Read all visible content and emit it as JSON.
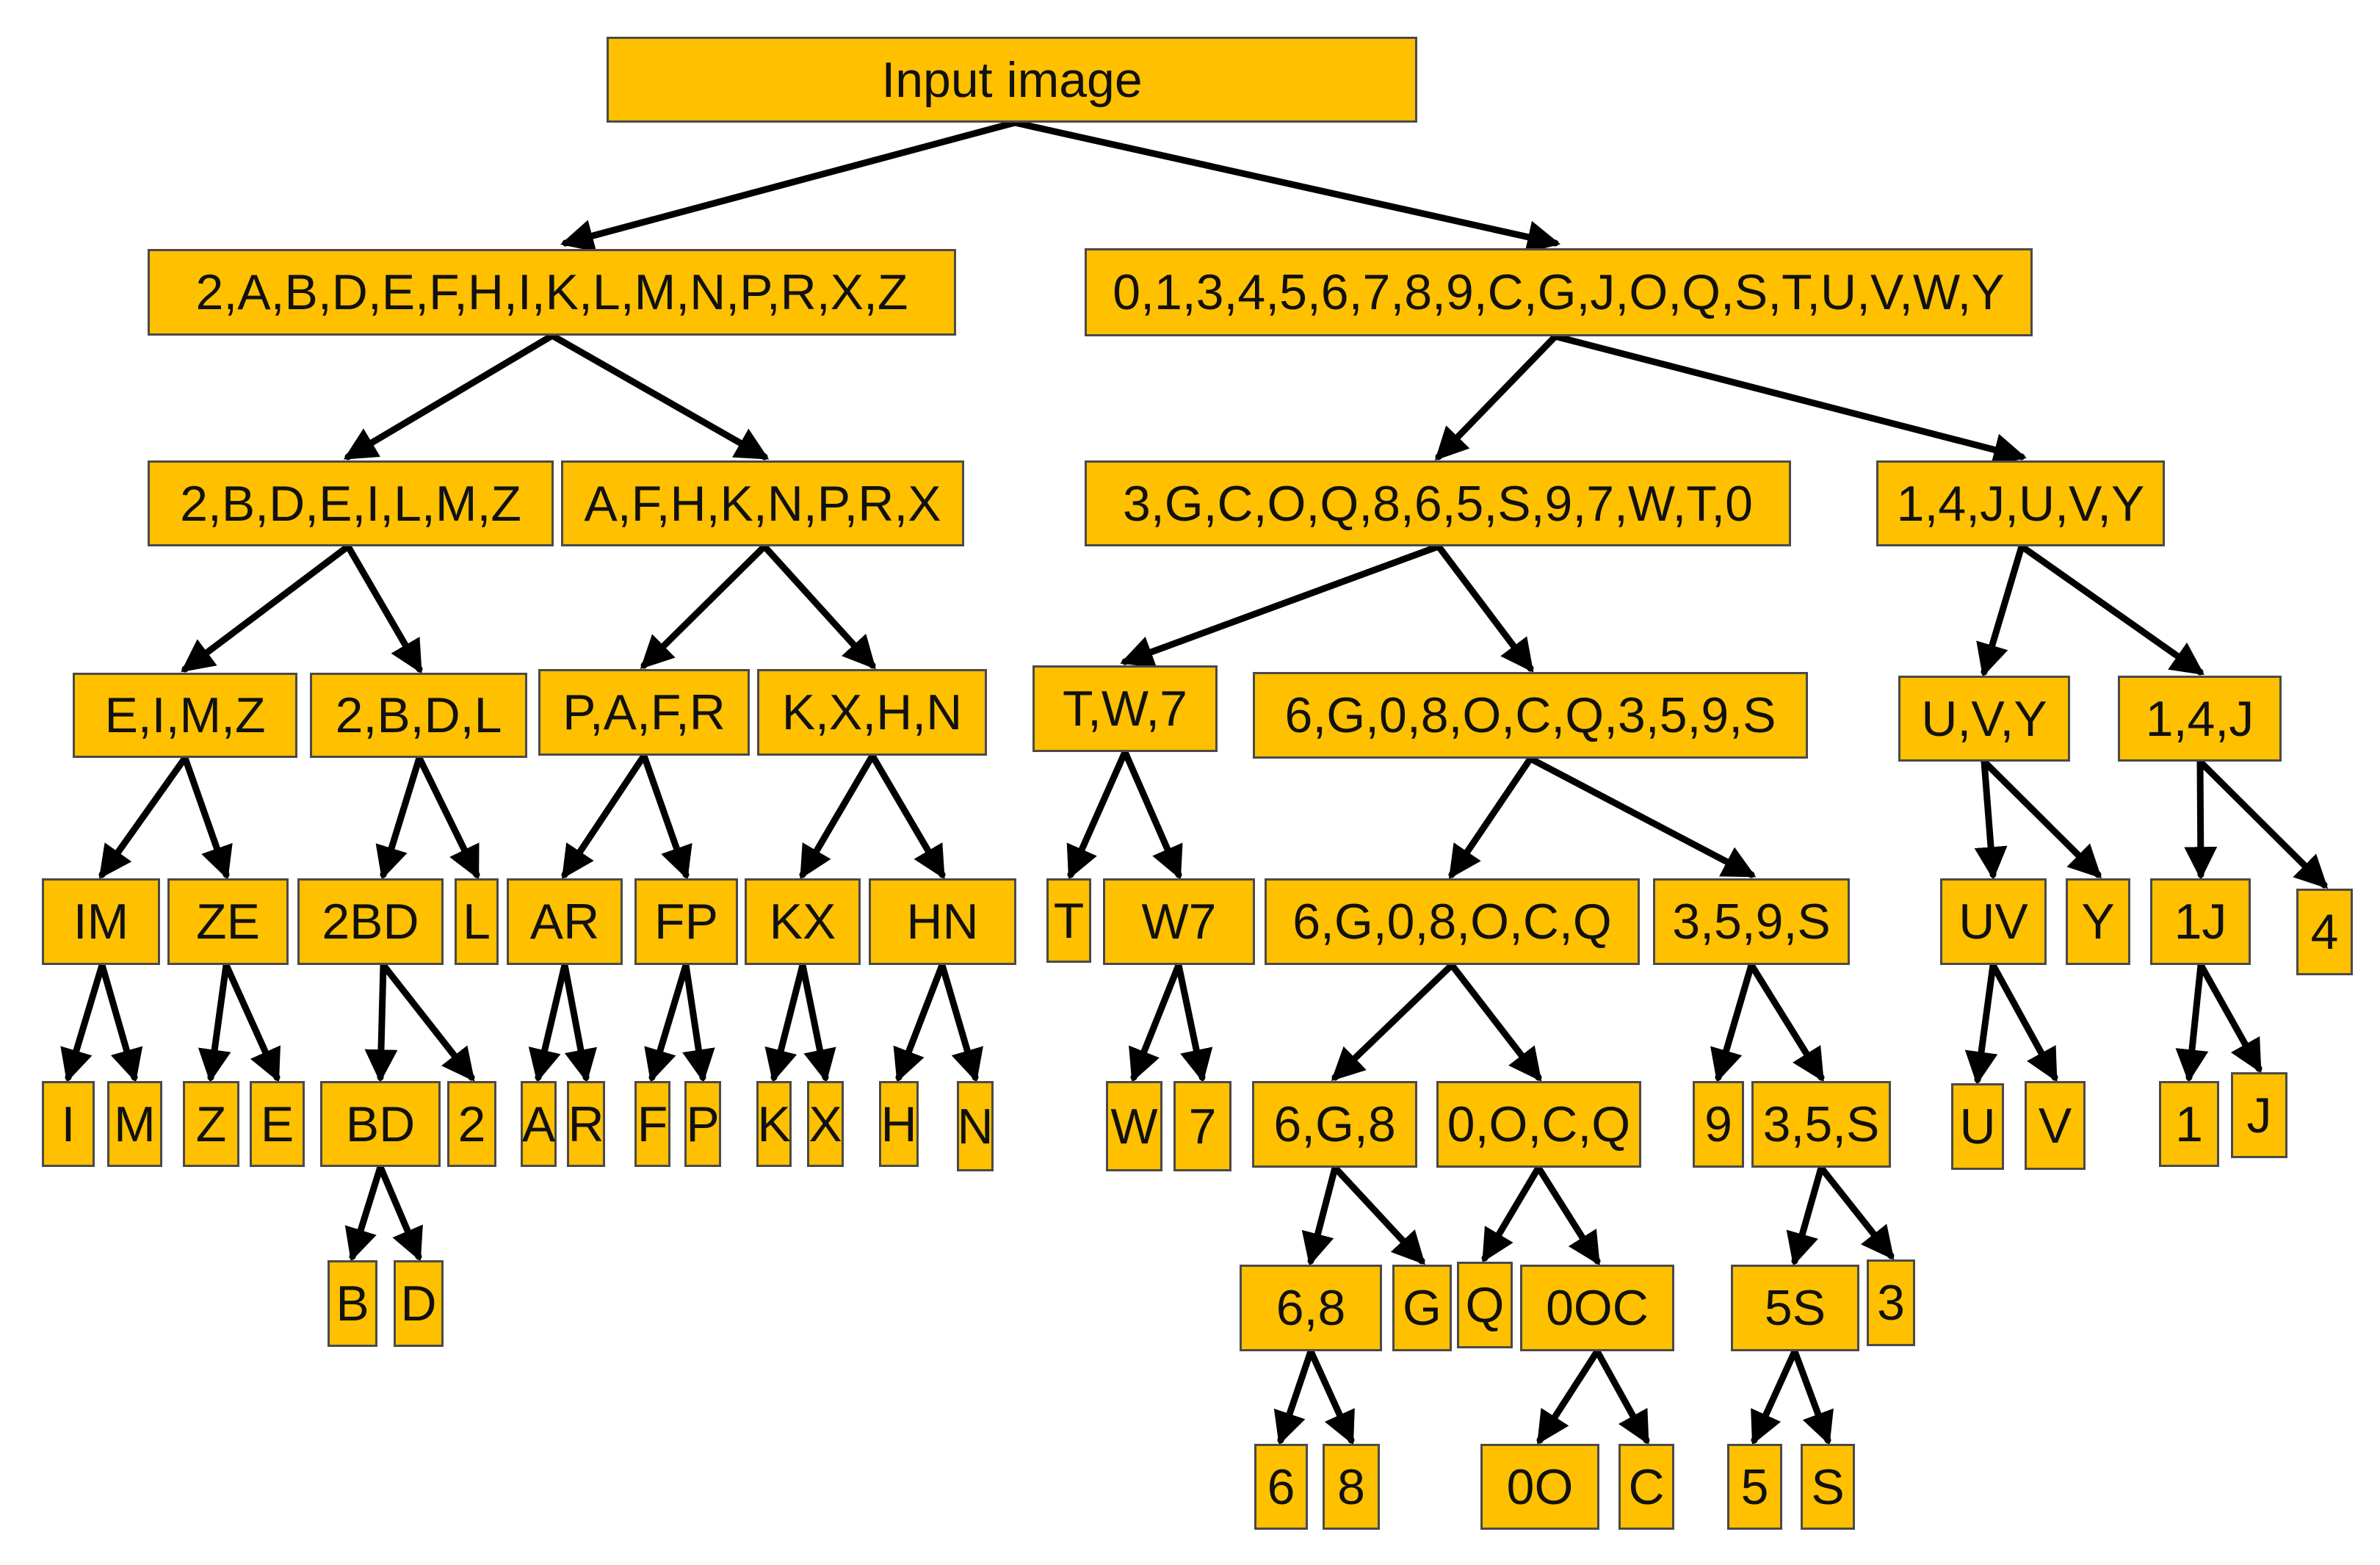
{
  "colors": {
    "node_fill": "#FFC000",
    "node_border": "#4A4A4A",
    "edge": "#000000",
    "text": "#111111"
  },
  "nodes": {
    "root": "Input image",
    "l1_left": "2,A,B,D,E,F,H,I,K,L,M,N,P,R,X,Z",
    "l1_right": "0,1,3,4,5,6,7,8,9,C,G,J,O,Q,S,T,U,V,W,Y",
    "l2_a": "2,B,D,E,I,L,M,Z",
    "l2_b": "A,F,H,K,N,P,R,X",
    "l2_c": "3,G,C,O,Q,8,6,5,S,9,7,W,T,0",
    "l2_d": "1,4,J,U,V,Y",
    "eimz": "E,I,M,Z",
    "bdl2": "2,B,D,L",
    "pafr": "P,A,F,R",
    "kxhn": "K,X,H,N",
    "tw7": "T,W,7",
    "big11": "6,G,0,8,O,C,Q,3,5,9,S",
    "uvy": "U,V,Y",
    "j14": "1,4,J",
    "im": "IM",
    "ze": "ZE",
    "bd2": "2BD",
    "l": "L",
    "ar": "AR",
    "fp": "FP",
    "kx": "KX",
    "hn": "HN",
    "t": "T",
    "w7": "W7",
    "g7": "6,G,0,8,O,C,Q",
    "s4": "3,5,9,S",
    "uv": "UV",
    "y": "Y",
    "j1": "1J",
    "four": "4",
    "i": "I",
    "m": "M",
    "z": "Z",
    "e": "E",
    "bd": "BD",
    "two": "2",
    "a": "A",
    "r": "R",
    "f": "F",
    "p": "P",
    "k": "K",
    "x": "X",
    "h": "H",
    "n": "N",
    "w": "W",
    "seven": "7",
    "g68": "6,G,8",
    "ocq": "0,O,C,Q",
    "nine": "9",
    "s35": "3,5,S",
    "u": "U",
    "v": "V",
    "one": "1",
    "j": "J",
    "b": "B",
    "d": "D",
    "e68": "6,8",
    "g": "G",
    "q": "Q",
    "ooc": "0OC",
    "s5": "5S",
    "three": "3",
    "six": "6",
    "eight": "8",
    "oo": "0O",
    "c": "C",
    "five": "5",
    "s": "S"
  }
}
